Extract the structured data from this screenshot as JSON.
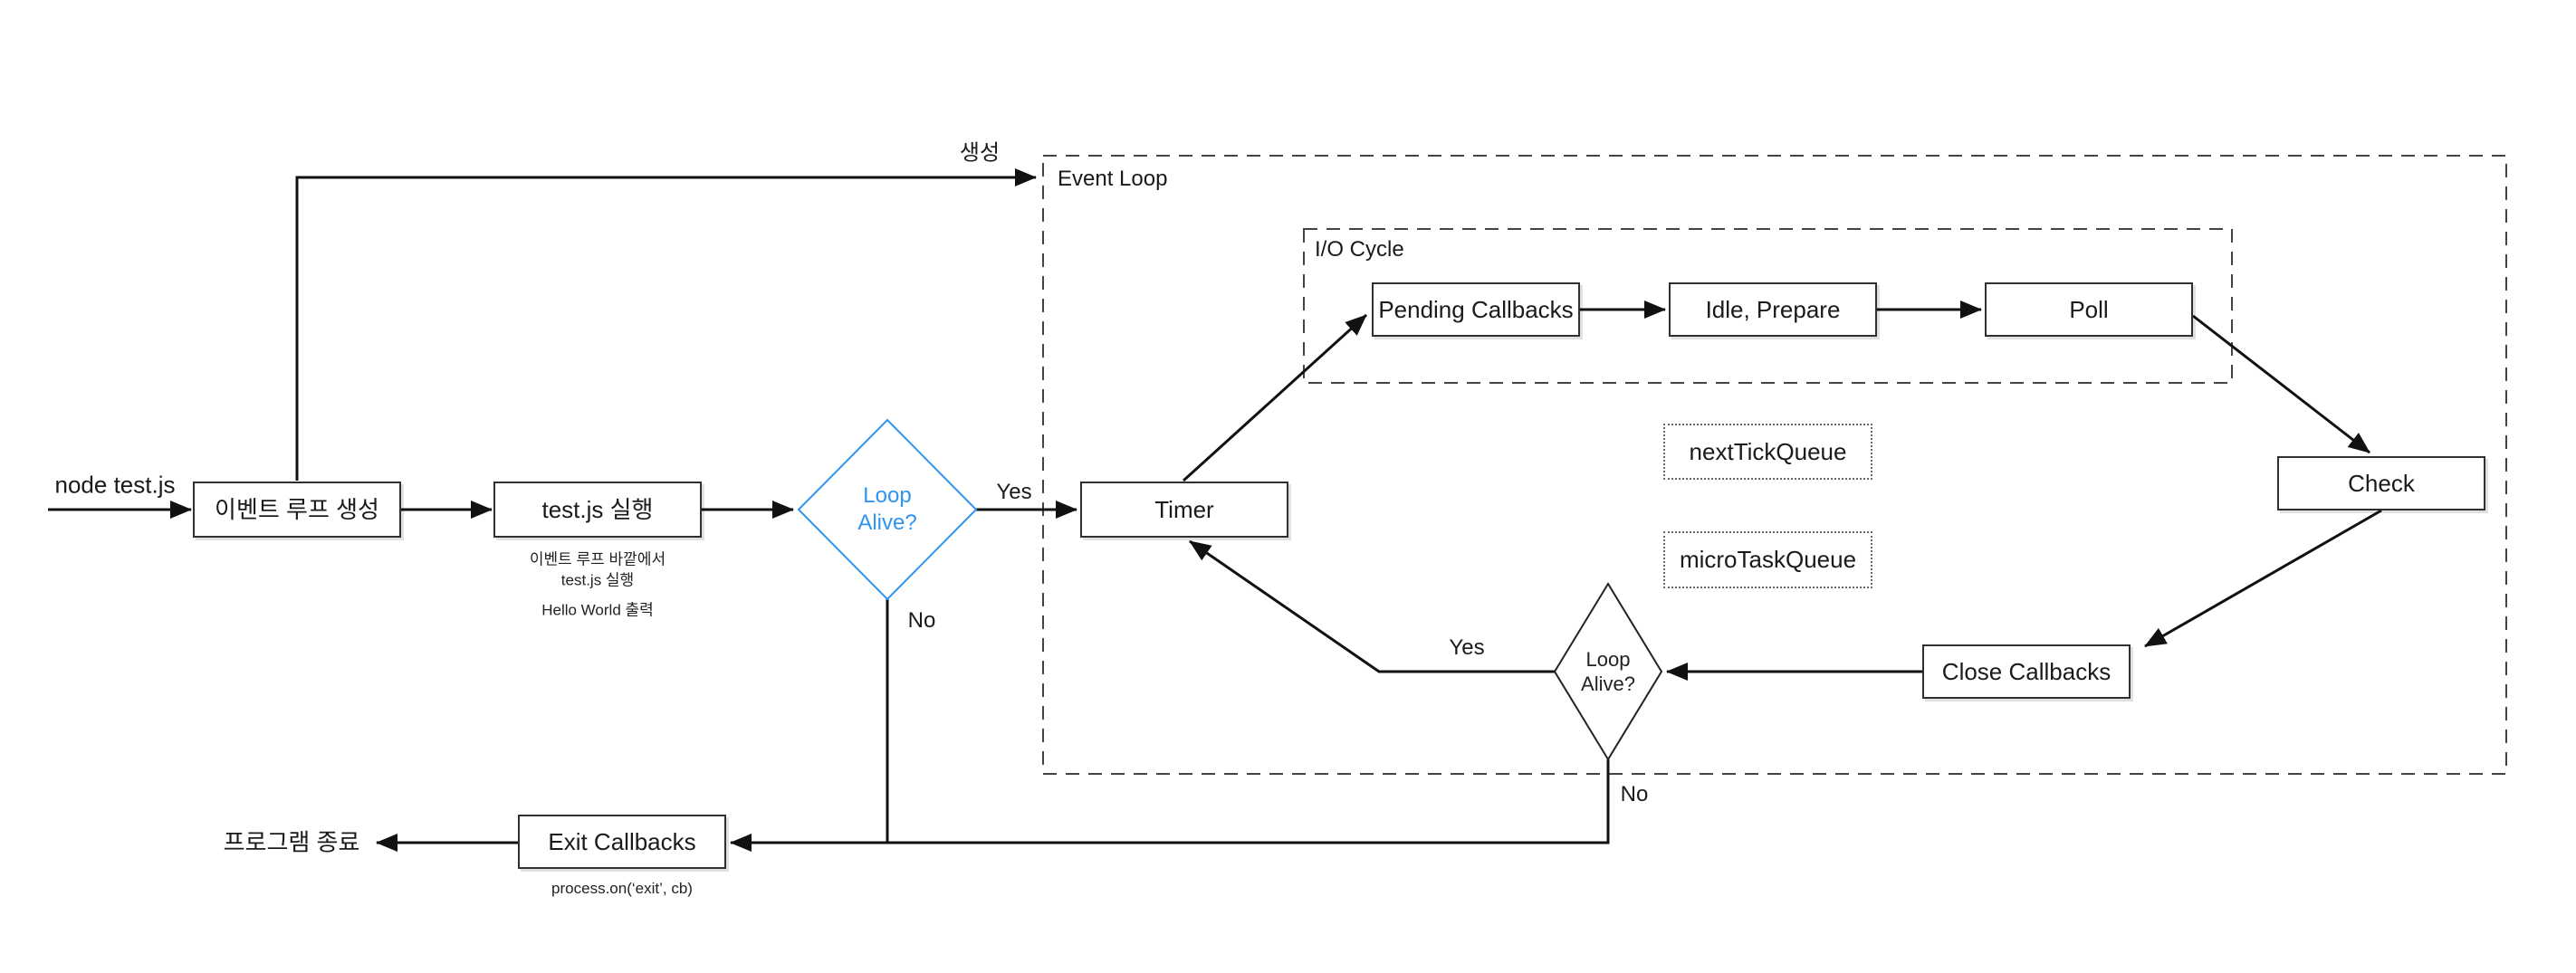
{
  "diagram": {
    "entry": {
      "command_label": "node test.js"
    },
    "containers": {
      "event_loop": "Event Loop",
      "io_cycle": "I/O Cycle"
    },
    "nodes": {
      "create_loop": "이벤트 루프 생성",
      "run_test": "test.js 실행",
      "timer": "Timer",
      "pending_callbacks": "Pending Callbacks",
      "idle_prepare": "Idle, Prepare",
      "poll": "Poll",
      "next_tick_queue": "nextTickQueue",
      "micro_task_queue": "microTaskQueue",
      "check": "Check",
      "close_callbacks": "Close Callbacks",
      "exit_callbacks": "Exit Callbacks"
    },
    "decisions": {
      "loop_alive_1_line1": "Loop",
      "loop_alive_1_line2": "Alive?",
      "loop_alive_2_line1": "Loop",
      "loop_alive_2_line2": "Alive?"
    },
    "edge_labels": {
      "create": "생성",
      "yes_1": "Yes",
      "no_1": "No",
      "yes_2": "Yes",
      "no_2": "No"
    },
    "captions": {
      "run_test_line1": "이벤트 루프 바깥에서",
      "run_test_line2": "test.js 실행",
      "run_test_line3": "Hello World 출력",
      "exit_caption": "process.on(‘exit’, cb)"
    },
    "end_label": "프로그램 종료",
    "colors": {
      "accent_blue": "#2F94F1",
      "line": "#1a1a1a"
    }
  }
}
